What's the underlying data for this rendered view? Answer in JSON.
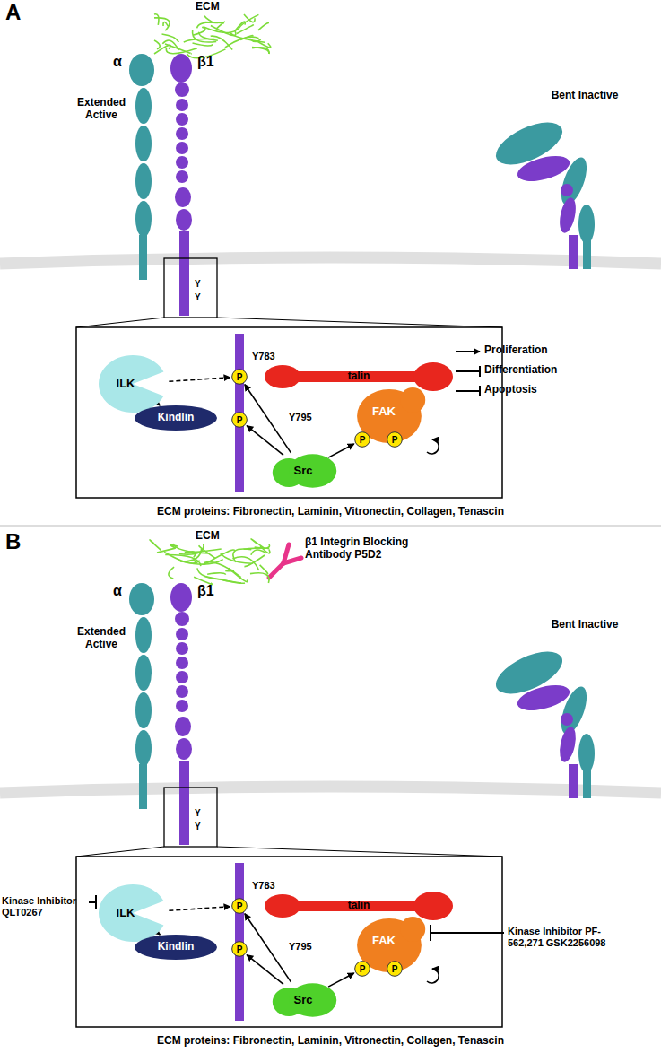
{
  "diagram": {
    "nodes": [
      {
        "text": [
          "ILK"
        ]
      },
      {
        "text": [
          "Kindlin"
        ]
      },
      {
        "text": [
          "talin"
        ]
      },
      {
        "text": [
          "FAK"
        ]
      },
      {
        "text": [
          "Src"
        ]
      },
      {
        "text": [
          "P"
        ]
      },
      {
        "text": [
          "P"
        ]
      },
      {
        "text": [
          "P"
        ]
      },
      {
        "text": [
          "P"
        ]
      },
      {
        "text": [
          "ILK"
        ]
      },
      {
        "text": [
          "Kindlin"
        ]
      },
      {
        "text": [
          "talin"
        ]
      },
      {
        "text": [
          "FAK"
        ]
      },
      {
        "text": [
          "Src"
        ]
      },
      {
        "text": [
          "P"
        ]
      },
      {
        "text": [
          "P"
        ]
      },
      {
        "text": [
          "P"
        ]
      },
      {
        "text": [
          "P"
        ]
      }
    ],
    "edges": [
      {
        "from": 0,
        "to": 5,
        "arrow": "to"
      },
      {
        "from": 0,
        "to": 1,
        "arrow": "to"
      },
      {
        "from": 4,
        "to": 5,
        "arrow": "to"
      },
      {
        "from": 4,
        "to": 6,
        "arrow": "to"
      },
      {
        "from": 4,
        "to": 7,
        "arrow": "to"
      },
      {
        "from": 9,
        "to": 14,
        "arrow": "to"
      },
      {
        "from": 9,
        "to": 10,
        "arrow": "to"
      },
      {
        "from": 13,
        "to": 14,
        "arrow": "to"
      },
      {
        "from": 13,
        "to": 15,
        "arrow": "to"
      },
      {
        "from": 13,
        "to": 16,
        "arrow": "to"
      }
    ],
    "labels": [
      "A",
      "ECM",
      "α",
      "β1",
      "Extended Active",
      "Bent Inactive",
      "Y",
      "Y",
      "Y783",
      "Y795",
      "Proliferation",
      "Differentiation",
      "Apoptosis",
      "ECM proteins: Fibronectin, Laminin, Vitronectin, Collagen, Tenascin",
      "B",
      "ECM",
      "β1 Integrin Blocking Antibody P5D2",
      "α",
      "β1",
      "Extended Active",
      "Bent Inactive",
      "Y",
      "Y",
      "Kinase Inhibitor QLT0267",
      "Y783",
      "Y795",
      "Kinase Inhibitor PF-562,271 GSK2256098",
      "ECM proteins: Fibronectin, Laminin, Vitronectin, Collagen, Tenascin"
    ]
  }
}
